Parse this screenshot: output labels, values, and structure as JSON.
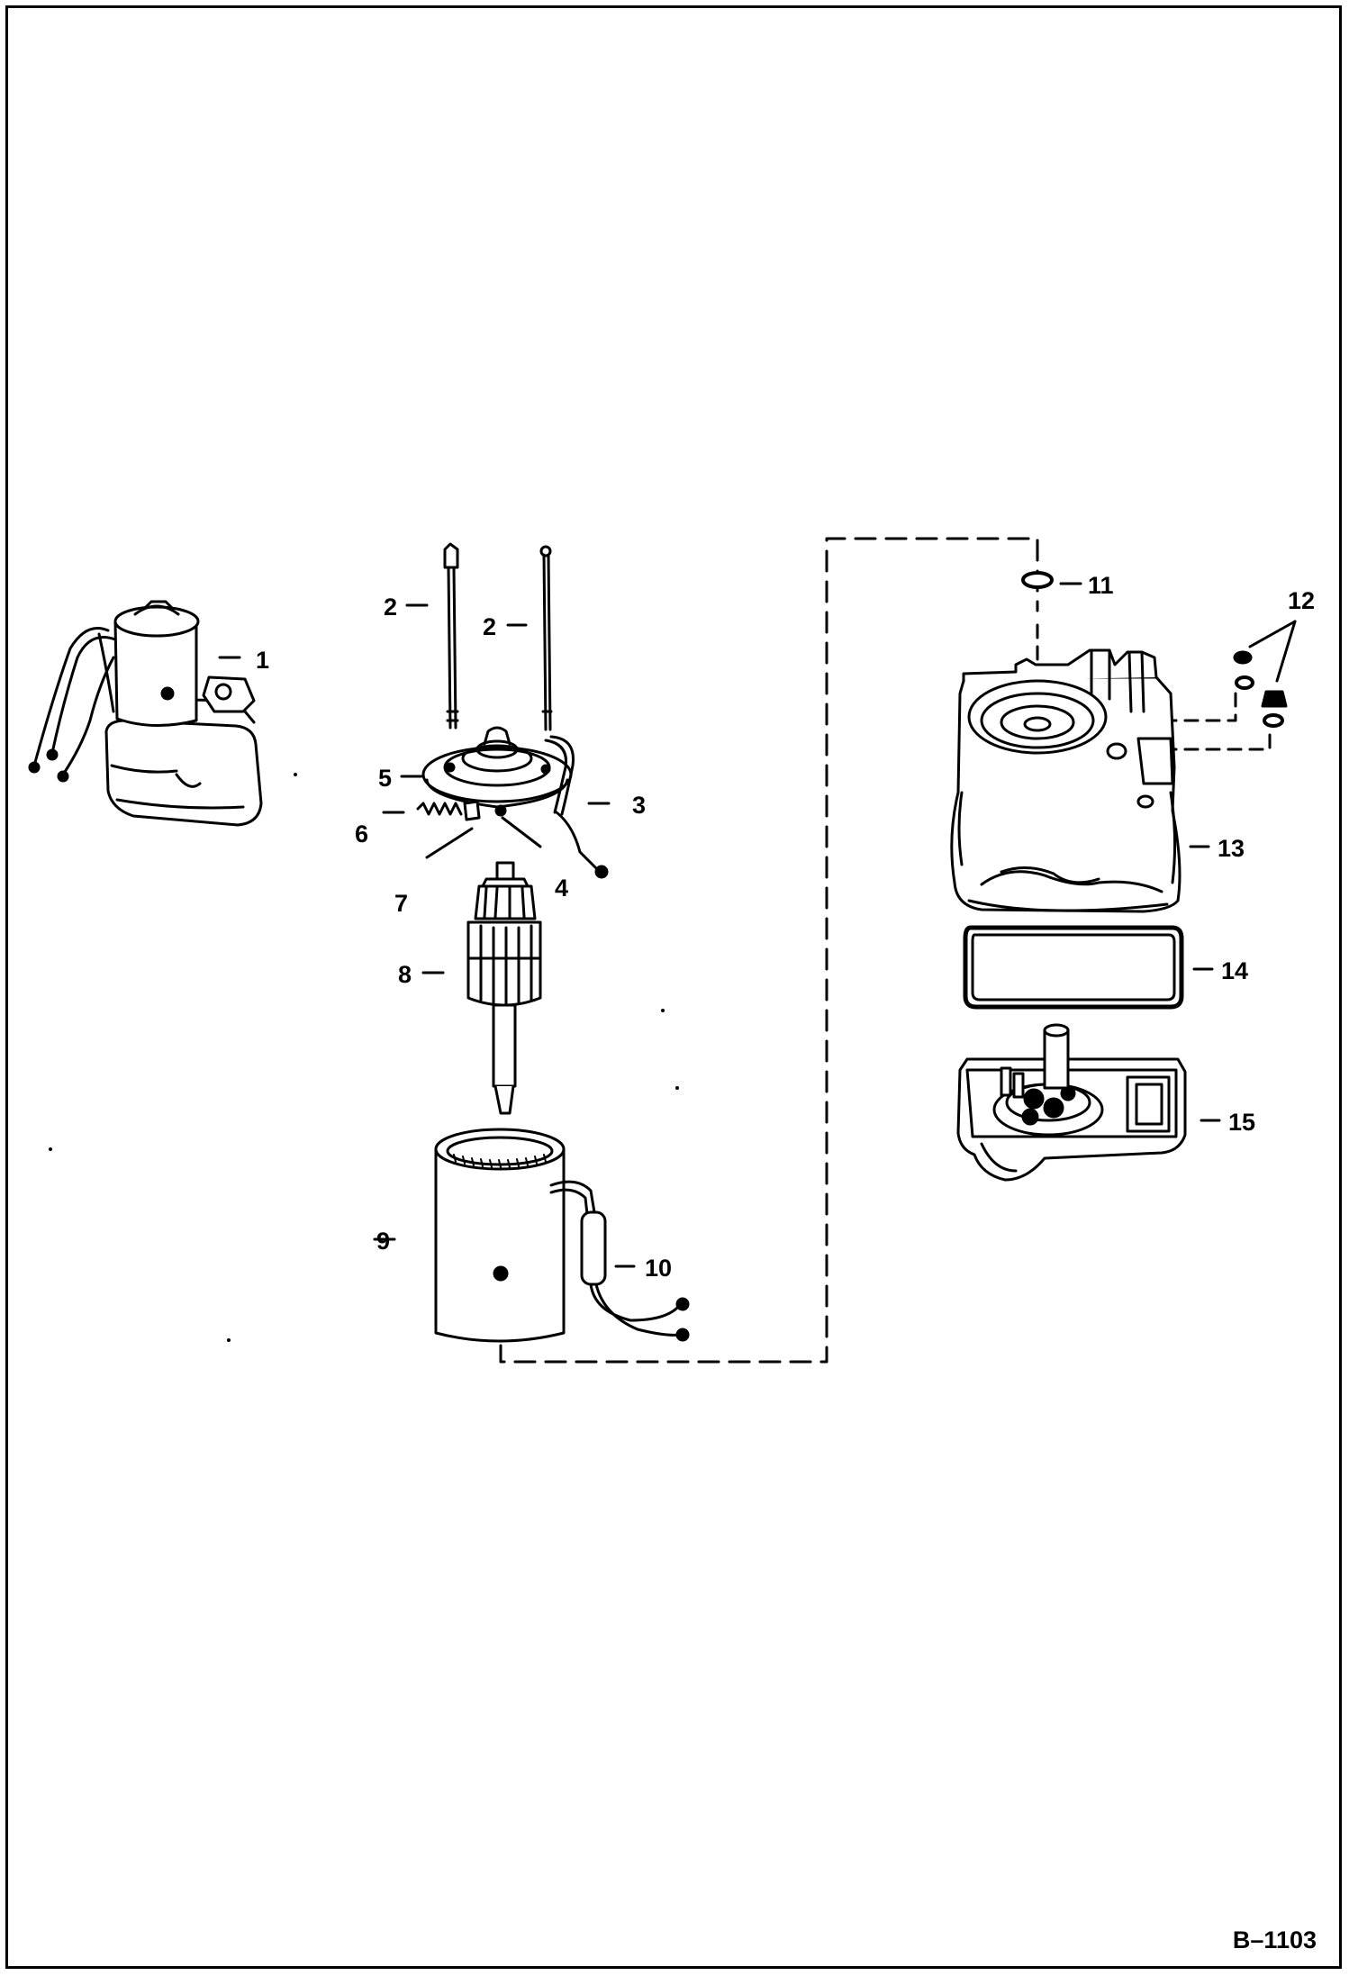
{
  "drawing_number": "B–1103",
  "callouts": {
    "c1": "1",
    "c2a": "2",
    "c2b": "2",
    "c3": "3",
    "c4": "4",
    "c5": "5",
    "c6": "6",
    "c7": "7",
    "c8": "8",
    "c9": "9",
    "c10": "10",
    "c11": "11",
    "c12": "12",
    "c13": "13",
    "c14": "14",
    "c15": "15"
  },
  "colors": {
    "ink": "#000000",
    "paper": "#ffffff"
  }
}
